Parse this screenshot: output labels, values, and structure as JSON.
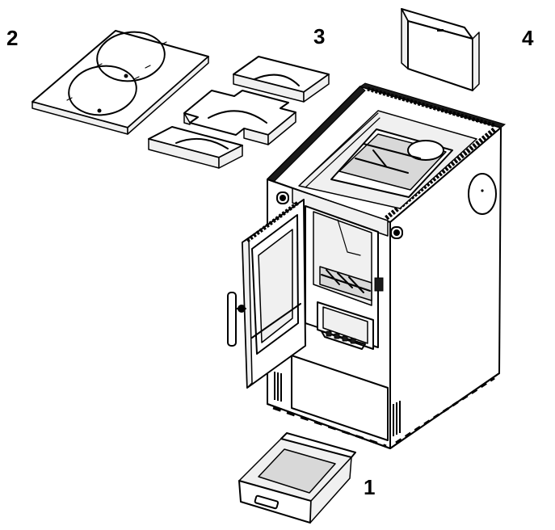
{
  "callouts": {
    "ash_pan": "1",
    "hob_plate": "2",
    "firebricks": "3",
    "baffle_plate": "4"
  }
}
